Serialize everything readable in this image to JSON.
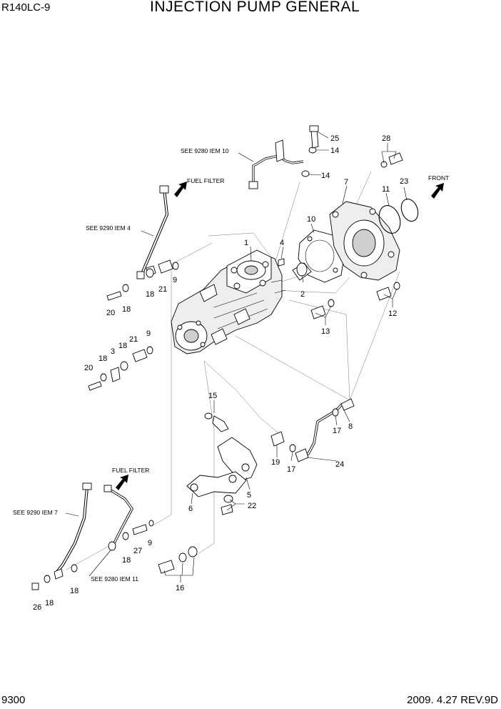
{
  "header": {
    "model": "R140LC-9",
    "title": "INJECTION PUMP GENERAL"
  },
  "footer": {
    "page": "9300",
    "revision": "2009. 4.27  REV.9D"
  },
  "notes": {
    "see_9280_10": "SEE 9280 IEM 10",
    "see_9290_4": "SEE 9290 IEM 4",
    "see_9290_7": "SEE 9290 IEM 7",
    "see_9280_11": "SEE 9280 IEM 11",
    "fuel_filter_1": "FUEL FILTER",
    "fuel_filter_2": "FUEL FILTER",
    "front": "FRONT"
  },
  "callouts": {
    "c1": "1",
    "c2": "2",
    "c3": "3",
    "c4": "4",
    "c5": "5",
    "c6": "6",
    "c7": "7",
    "c8": "8",
    "c9a": "9",
    "c9b": "9",
    "c9c": "9",
    "c10": "10",
    "c11": "11",
    "c12": "12",
    "c13": "13",
    "c14a": "14",
    "c14b": "14",
    "c15": "15",
    "c16": "16",
    "c17a": "17",
    "c17b": "17",
    "c18a": "18",
    "c18b": "18",
    "c18c": "18",
    "c18d": "18",
    "c18e": "18",
    "c18f": "18",
    "c18g": "18",
    "c19": "19",
    "c20a": "20",
    "c20b": "20",
    "c21a": "21",
    "c21b": "21",
    "c22": "22",
    "c23": "23",
    "c24": "24",
    "c25": "25",
    "c26": "26",
    "c27": "27",
    "c28": "28"
  }
}
